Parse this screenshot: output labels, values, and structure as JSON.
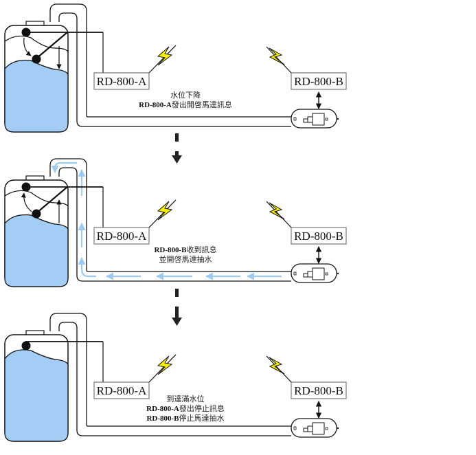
{
  "colors": {
    "water": "#a3cdf4",
    "flow_arrow": "#9ccaf3",
    "bolt": "#fff200",
    "stroke": "#111111",
    "box_border": "#777777"
  },
  "panels": [
    {
      "id": "step-1",
      "device_a": "RD-800-A",
      "device_b": "RD-800-B",
      "water_level": "low",
      "flow_active": false,
      "caption": [
        {
          "bold": "",
          "text": "水位下降"
        },
        {
          "bold": "RD-800-A",
          "text": "發出開啓馬達訊息"
        }
      ]
    },
    {
      "id": "step-2",
      "device_a": "RD-800-A",
      "device_b": "RD-800-B",
      "water_level": "low",
      "flow_active": true,
      "caption": [
        {
          "bold": "RD-800-B",
          "text": "收到訊息"
        },
        {
          "bold": "",
          "text": "並開啓馬達抽水"
        }
      ]
    },
    {
      "id": "step-3",
      "device_a": "RD-800-A",
      "device_b": "RD-800-B",
      "water_level": "full",
      "flow_active": false,
      "caption": [
        {
          "bold": "",
          "text": "到達滿水位"
        },
        {
          "bold": "RD-800-A",
          "text": "發出停止訊息"
        },
        {
          "bold": "RD-800-B",
          "text": "停止馬達抽水"
        }
      ]
    }
  ],
  "icons": {
    "tank": "water-tank-icon",
    "float": "float-switch-icon",
    "bolt": "wireless-signal-bolt-icon",
    "pump": "pump-motor-icon",
    "step_arrow": "down-arrow-icon"
  }
}
